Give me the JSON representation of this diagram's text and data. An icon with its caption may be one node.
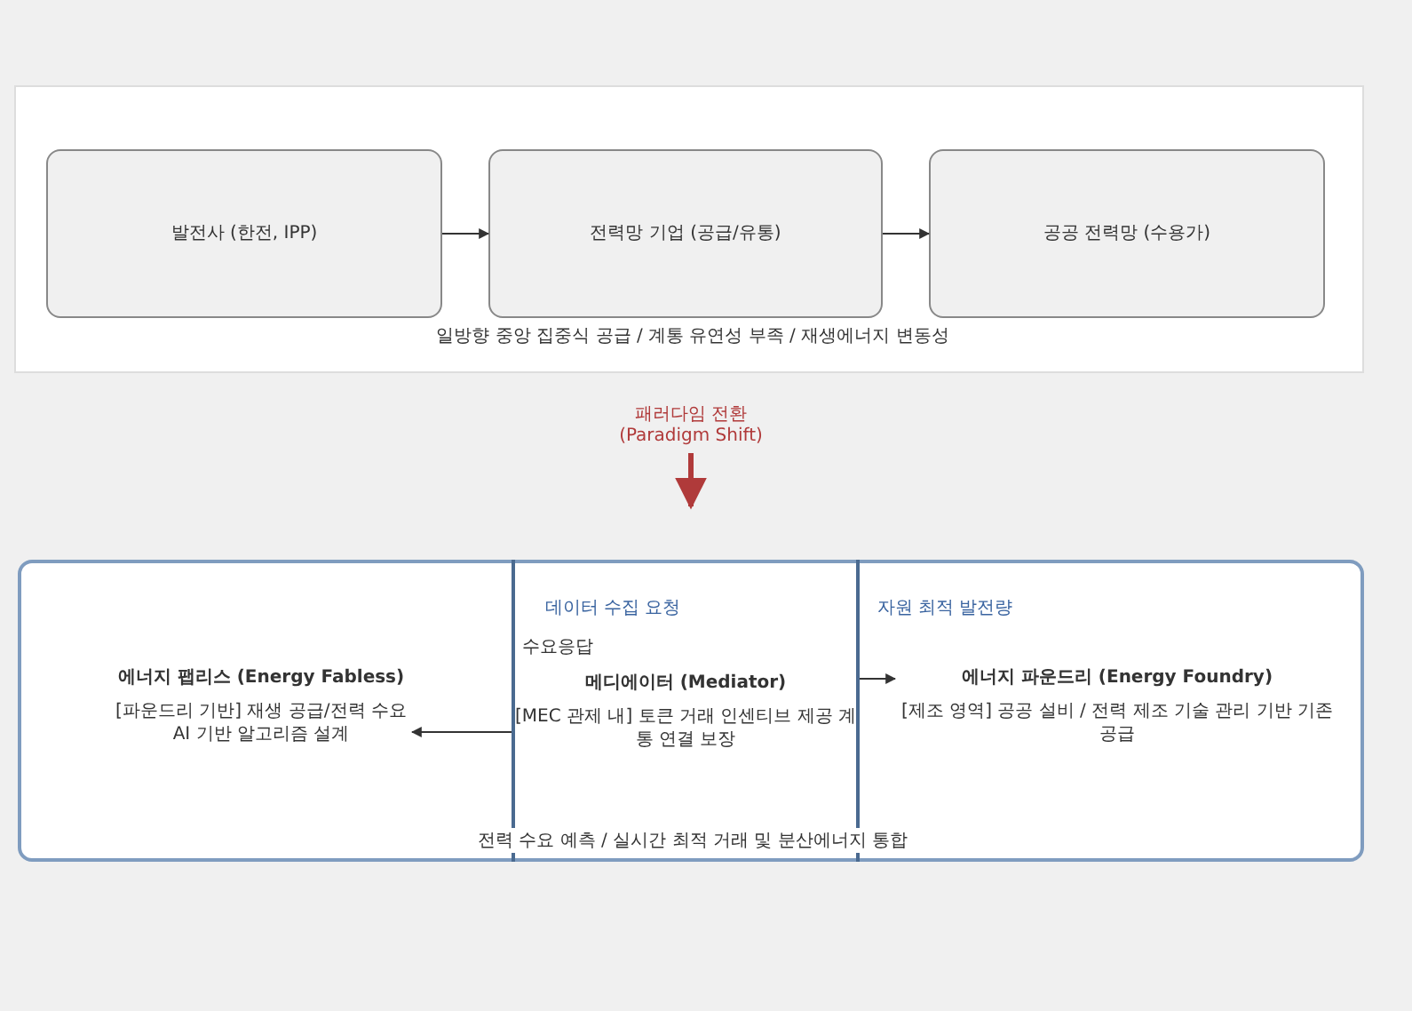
{
  "diagram": {
    "nodes": [
      {
        "text": [],
        "shape": "box"
      },
      {
        "text": [
          "발전사 (한전, IPP)"
        ],
        "in": 0
      },
      {
        "text": [
          "전력망 기업 (공급/유통)"
        ],
        "in": 0
      },
      {
        "text": [
          "공공 전력망 (수용가)"
        ],
        "in": 0
      },
      {
        "text": [],
        "shape": "box"
      },
      {
        "text": [
          "에너지 팹리스 (Energy Fabless)",
          "[파운드리 기반] 재생 공급/전력 수요 AI 기반 알고리즘 설계"
        ],
        "in": 4
      },
      {
        "text": [
          "메디에이터 (Mediator)",
          "[MEC 관제 내] 토큰 거래 인센티브 제공 계통 연결 보장"
        ],
        "in": 4
      },
      {
        "text": [
          "에너지 파운드리 (Energy Foundry)",
          "[제조 영역] 공공 설비 / 전력 제조 기술 관리 기반 기존 공급"
        ],
        "in": 4
      }
    ],
    "edges": [
      {
        "from": 1,
        "to": 2,
        "arrow": "to"
      },
      {
        "from": 2,
        "to": 3,
        "arrow": "to"
      },
      {
        "from": 0,
        "to": 4,
        "arrow": "to",
        "label": "패러다임 전환 (Paradigm Shift)",
        "style": "thick",
        "color": "#b03a3a"
      },
      {
        "from": 6,
        "to": 5,
        "arrow": "to"
      },
      {
        "from": 6,
        "to": 7,
        "arrow": "to"
      }
    ],
    "labels": [
      "일방향 중앙 집중식 공급 / 계통 유연성 부족 / 재생에너지 변동성",
      "데이터 수집 요청",
      "수요응답",
      "자원 최적 발전량",
      "전력 수요 예측 / 실시간 최적 거래 및 분산에너지 통합"
    ]
  }
}
